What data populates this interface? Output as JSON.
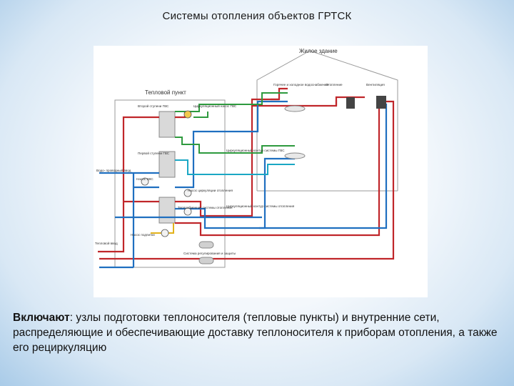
{
  "slide": {
    "title": "Системы отопления объектов ГРТСК",
    "caption_lead": "Включают",
    "caption_rest": ": узлы подготовки теплоносителя (тепловые пункты) и внутренние сети, распределяющие и обеспечивающие доставку теплоносителя к приборам отопления, а также его рециркуляцию"
  },
  "diagram": {
    "building_label": "Жилое здание",
    "substation_label": "Тепловой пункт",
    "labels": {
      "dhw_stage2": "Второй ступени ГВС",
      "dhw_circ_pump": "Циркуляционный насос ГВС",
      "dhw_stage1": "Первой ступени ГВС",
      "cold_water_in": "Водо- проводный ввод",
      "cws_pump": "Насос ХВС",
      "dhw_circ_line": "Циркуляционный контур системы ГВС",
      "heating_circ_pump": "Насос циркуляции отопления",
      "heating_exchanger": "Теплообменник системы отопления",
      "heating_circ_loop": "Циркуляционный контур системы отопления",
      "makeup_pump": "Насос подпитки",
      "heat_input": "Тепловой ввод",
      "control_system": "Система регулирования и защиты",
      "hot_water_taps": "Горячее и холодное водоснабжение",
      "radiators": "Отопление",
      "ventilation": "Вентиляция"
    }
  },
  "colors": {
    "supply_red": "#c0262a",
    "return_blue": "#1f6fc0",
    "dhw_green": "#2e9a3e",
    "cyan_line": "#1aa7c4",
    "makeup_yellow": "#e2b21c",
    "frame_grey": "#9a9a9a"
  }
}
